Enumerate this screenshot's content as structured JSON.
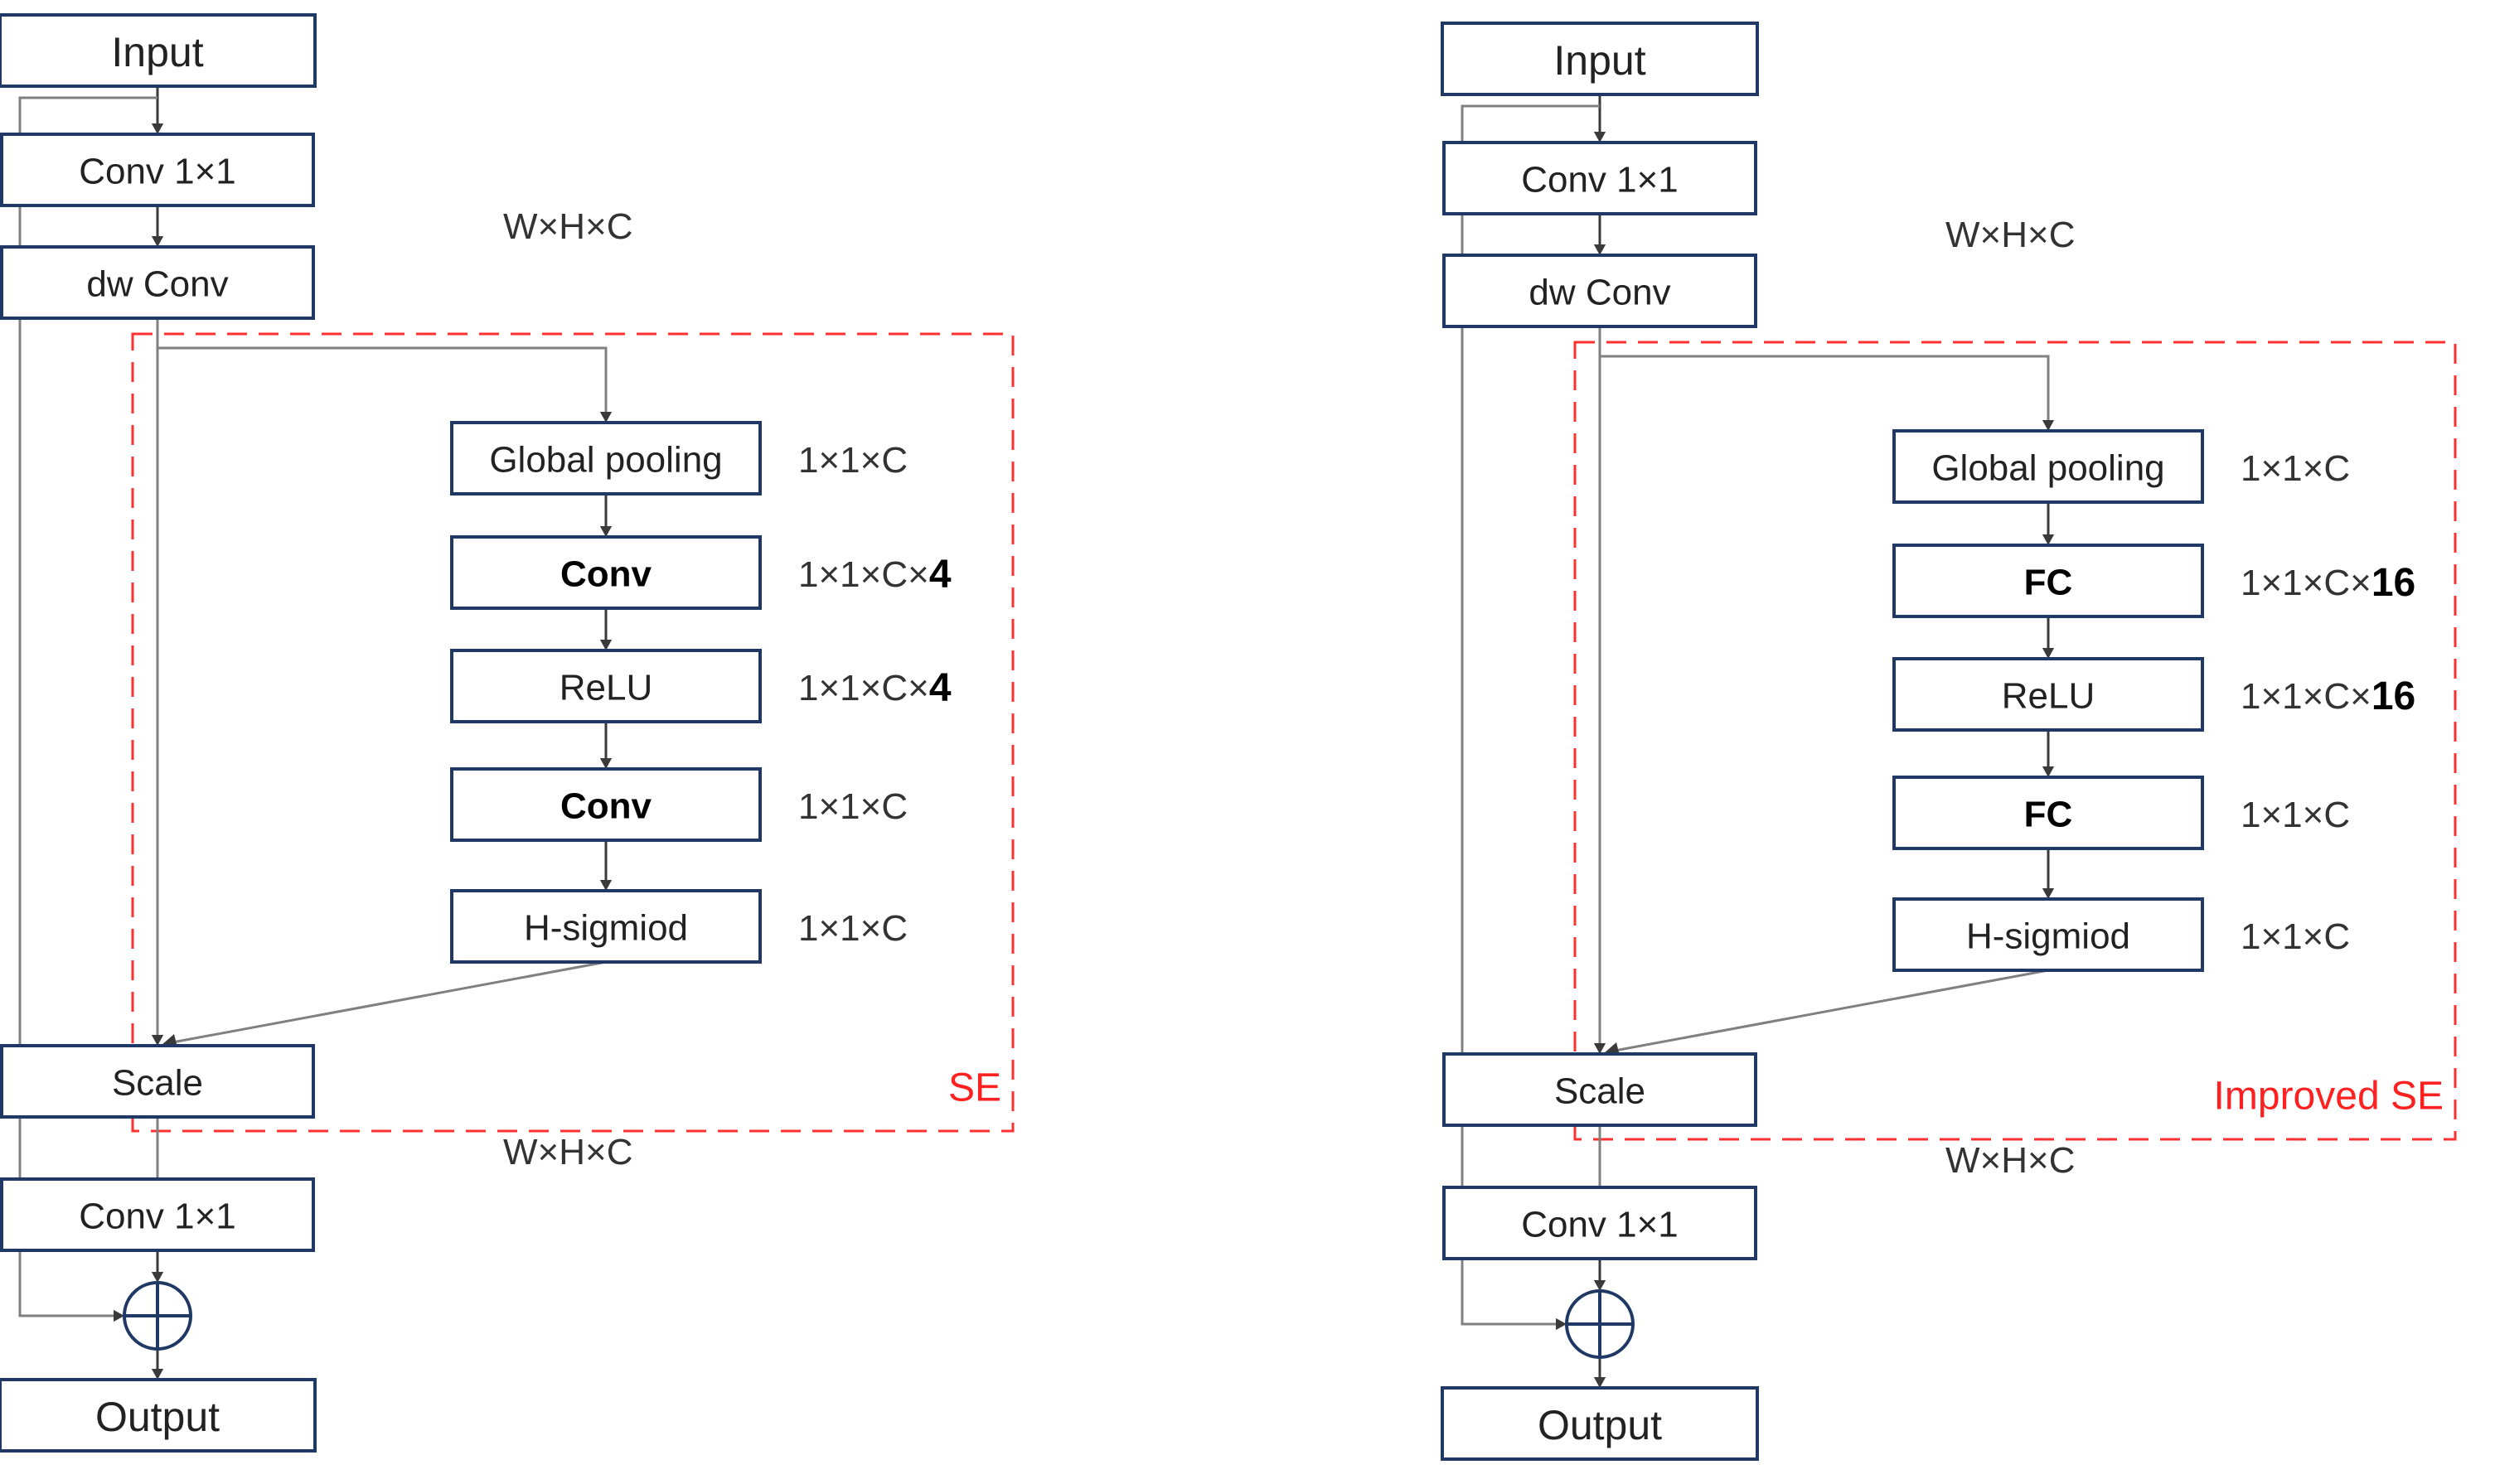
{
  "diagrams": [
    {
      "id": "left",
      "input_label": "Input",
      "conv1_label": "Conv 1×1",
      "dwconv_label": "dw Conv",
      "dim_after_conv": "W×H×C",
      "se_label": "SE",
      "scale_label": "Scale",
      "dim_after_scale": "W×H×C",
      "conv2_label": "Conv 1×1",
      "output_label": "Output",
      "se_blocks": [
        {
          "label": "Global pooling",
          "bold": false,
          "dim": "1×1×C",
          "dim_suffix": ""
        },
        {
          "label": "Conv",
          "bold": true,
          "dim": "1×1×C×",
          "dim_suffix": "4"
        },
        {
          "label": "ReLU",
          "bold": false,
          "dim": "1×1×C×",
          "dim_suffix": "4"
        },
        {
          "label": "Conv",
          "bold": true,
          "dim": "1×1×C",
          "dim_suffix": ""
        },
        {
          "label": "H-sigmiod",
          "bold": false,
          "dim": "1×1×C",
          "dim_suffix": ""
        }
      ]
    },
    {
      "id": "right",
      "input_label": "Input",
      "conv1_label": "Conv 1×1",
      "dwconv_label": "dw Conv",
      "dim_after_conv": "W×H×C",
      "se_label": "Improved SE",
      "scale_label": "Scale",
      "dim_after_scale": "W×H×C",
      "conv2_label": "Conv 1×1",
      "output_label": "Output",
      "se_blocks": [
        {
          "label": "Global pooling",
          "bold": false,
          "dim": "1×1×C",
          "dim_suffix": ""
        },
        {
          "label": "FC",
          "bold": true,
          "dim": "1×1×C×",
          "dim_suffix": "16"
        },
        {
          "label": "ReLU",
          "bold": false,
          "dim": "1×1×C×",
          "dim_suffix": "16"
        },
        {
          "label": "FC",
          "bold": true,
          "dim": "1×1×C",
          "dim_suffix": ""
        },
        {
          "label": "H-sigmiod",
          "bold": false,
          "dim": "1×1×C",
          "dim_suffix": ""
        }
      ]
    }
  ],
  "colors": {
    "box_stroke": "#1f3864",
    "frame": "#ff3030",
    "arrow": "#3a3a3a",
    "line": "#808080"
  }
}
